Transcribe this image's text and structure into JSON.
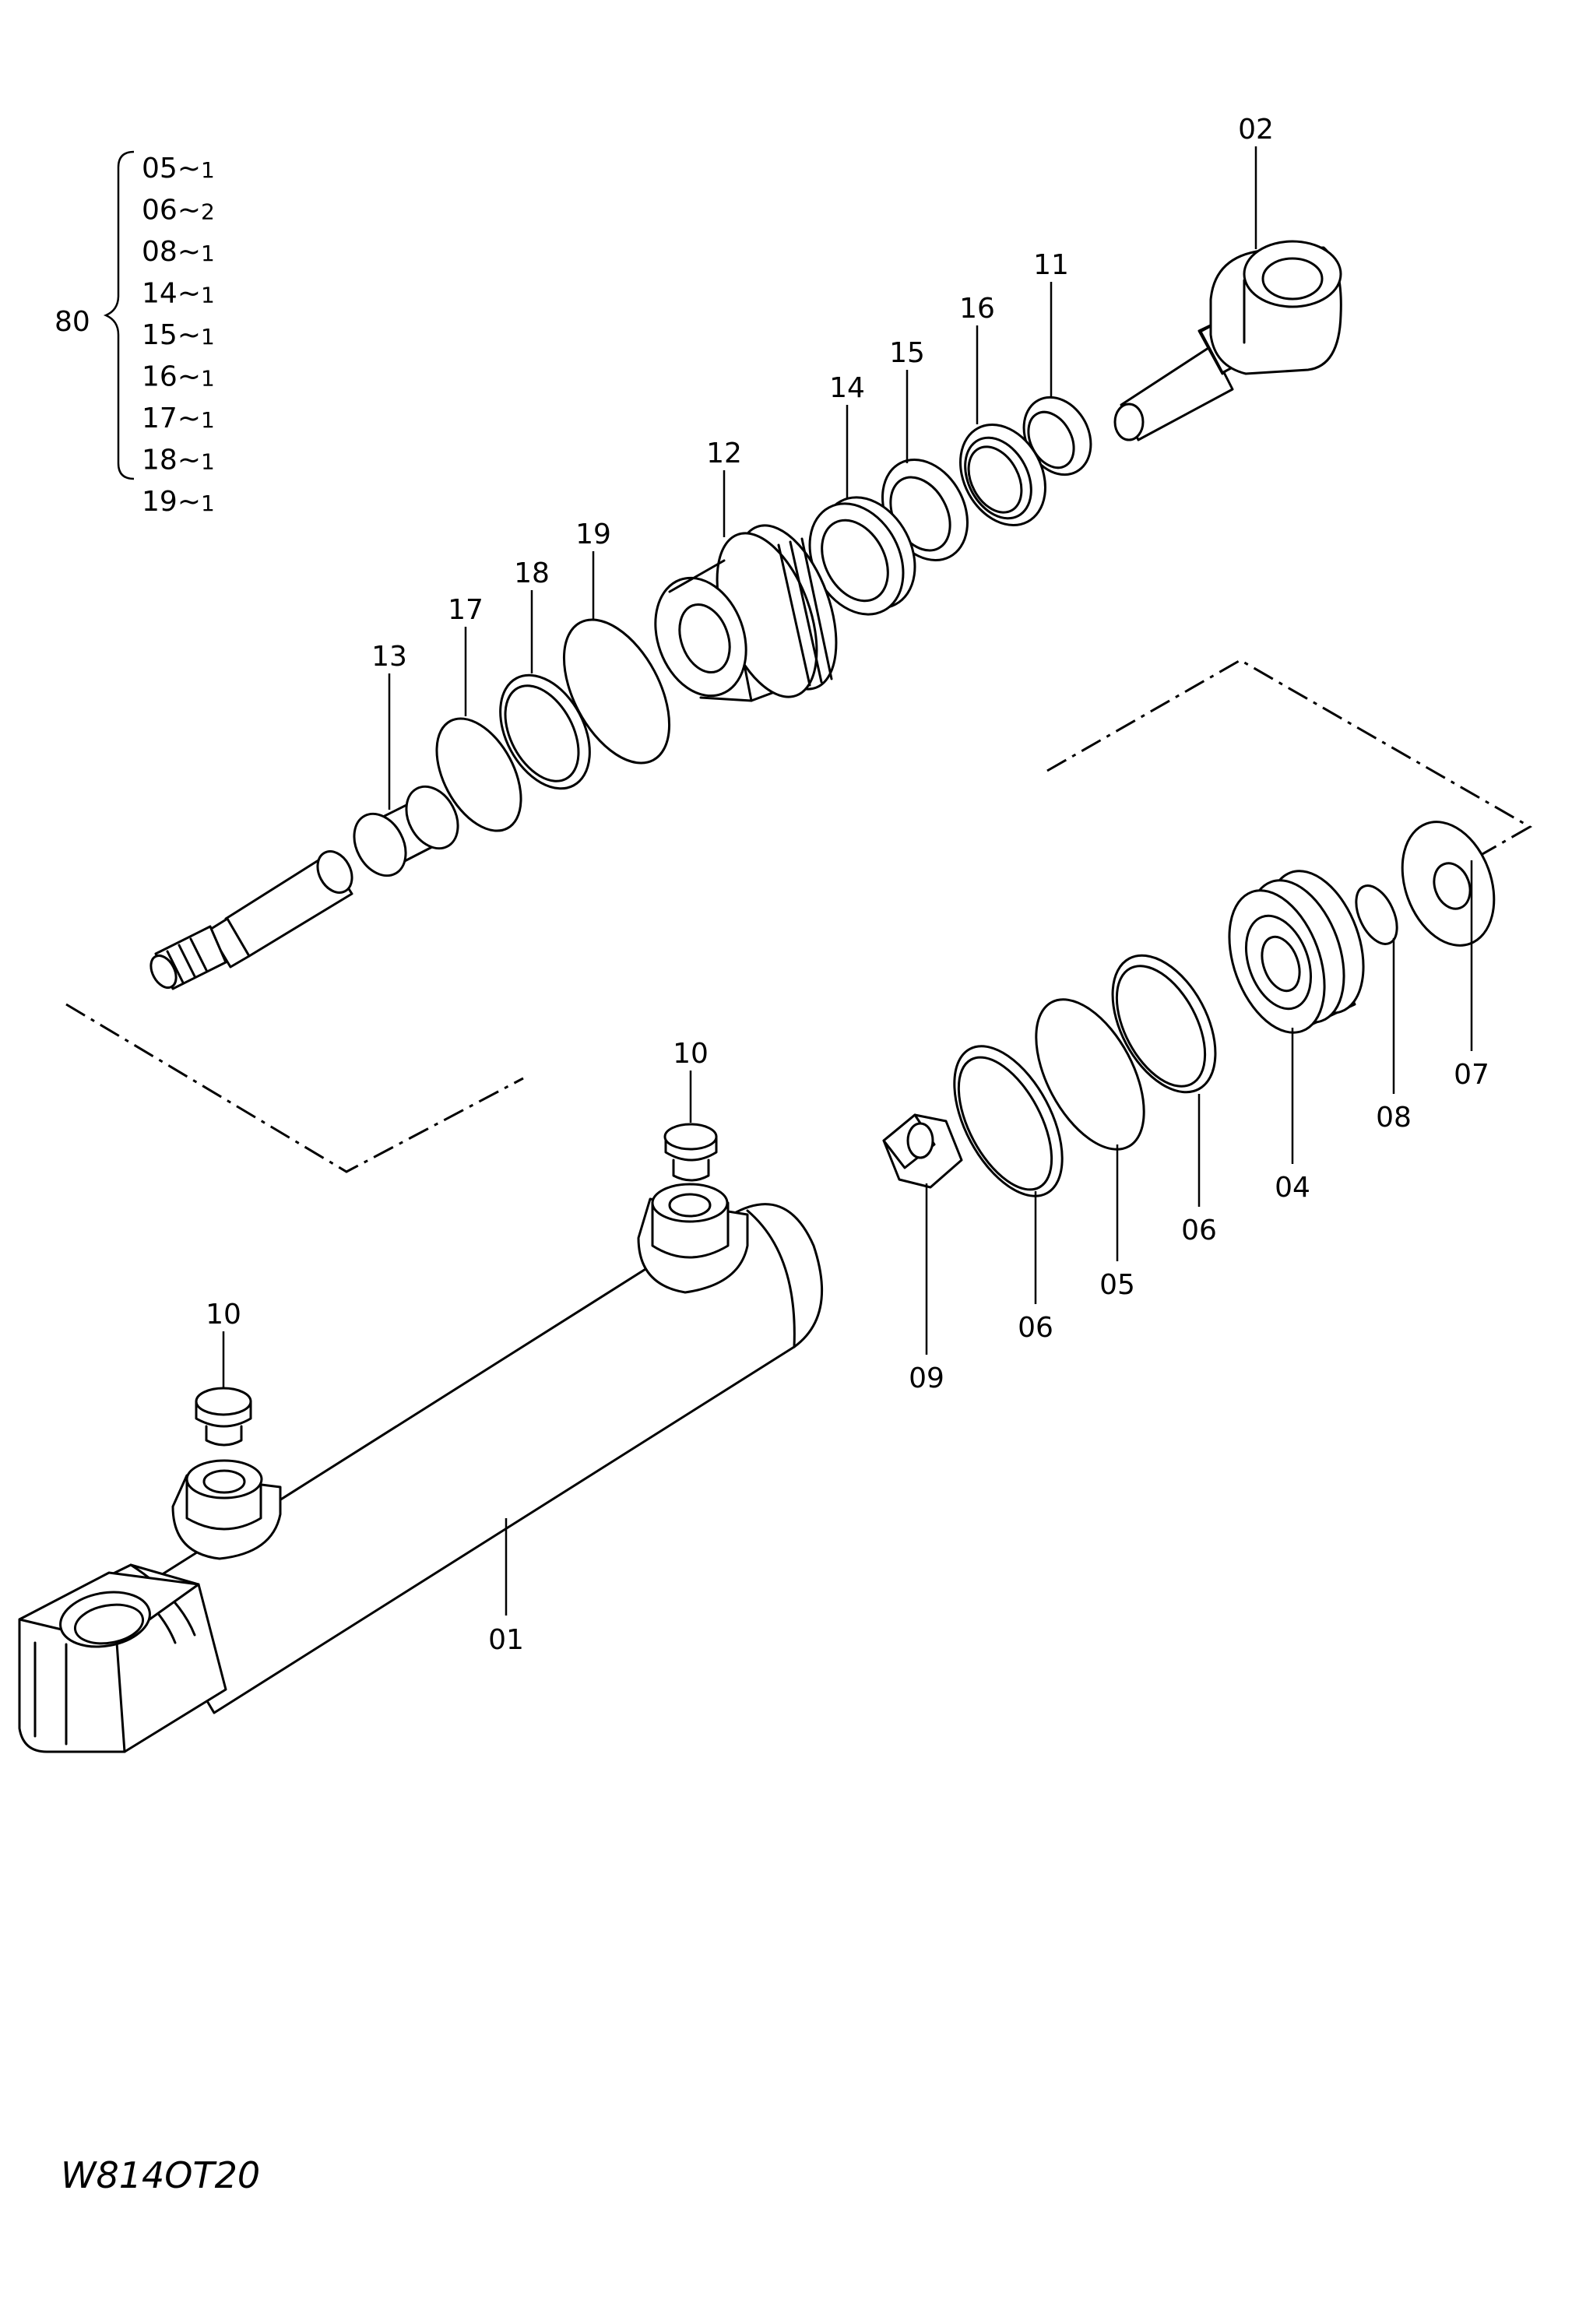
{
  "kit": {
    "number": "80",
    "items": [
      {
        "part": "05",
        "qty": "1"
      },
      {
        "part": "06",
        "qty": "2"
      },
      {
        "part": "08",
        "qty": "1"
      },
      {
        "part": "14",
        "qty": "1"
      },
      {
        "part": "15",
        "qty": "1"
      },
      {
        "part": "16",
        "qty": "1"
      },
      {
        "part": "17",
        "qty": "1"
      },
      {
        "part": "18",
        "qty": "1"
      },
      {
        "part": "19",
        "qty": "1"
      }
    ]
  },
  "callouts": {
    "p01": "01",
    "p02": "02",
    "p04": "04",
    "p05": "05",
    "p06a": "06",
    "p06b": "06",
    "p07": "07",
    "p08": "08",
    "p09": "09",
    "p10a": "10",
    "p10b": "10",
    "p11": "11",
    "p12": "12",
    "p13": "13",
    "p14": "14",
    "p15": "15",
    "p16": "16",
    "p17": "17",
    "p18": "18",
    "p19": "19"
  },
  "drawing_code": "W814OT20",
  "tilde": "~"
}
